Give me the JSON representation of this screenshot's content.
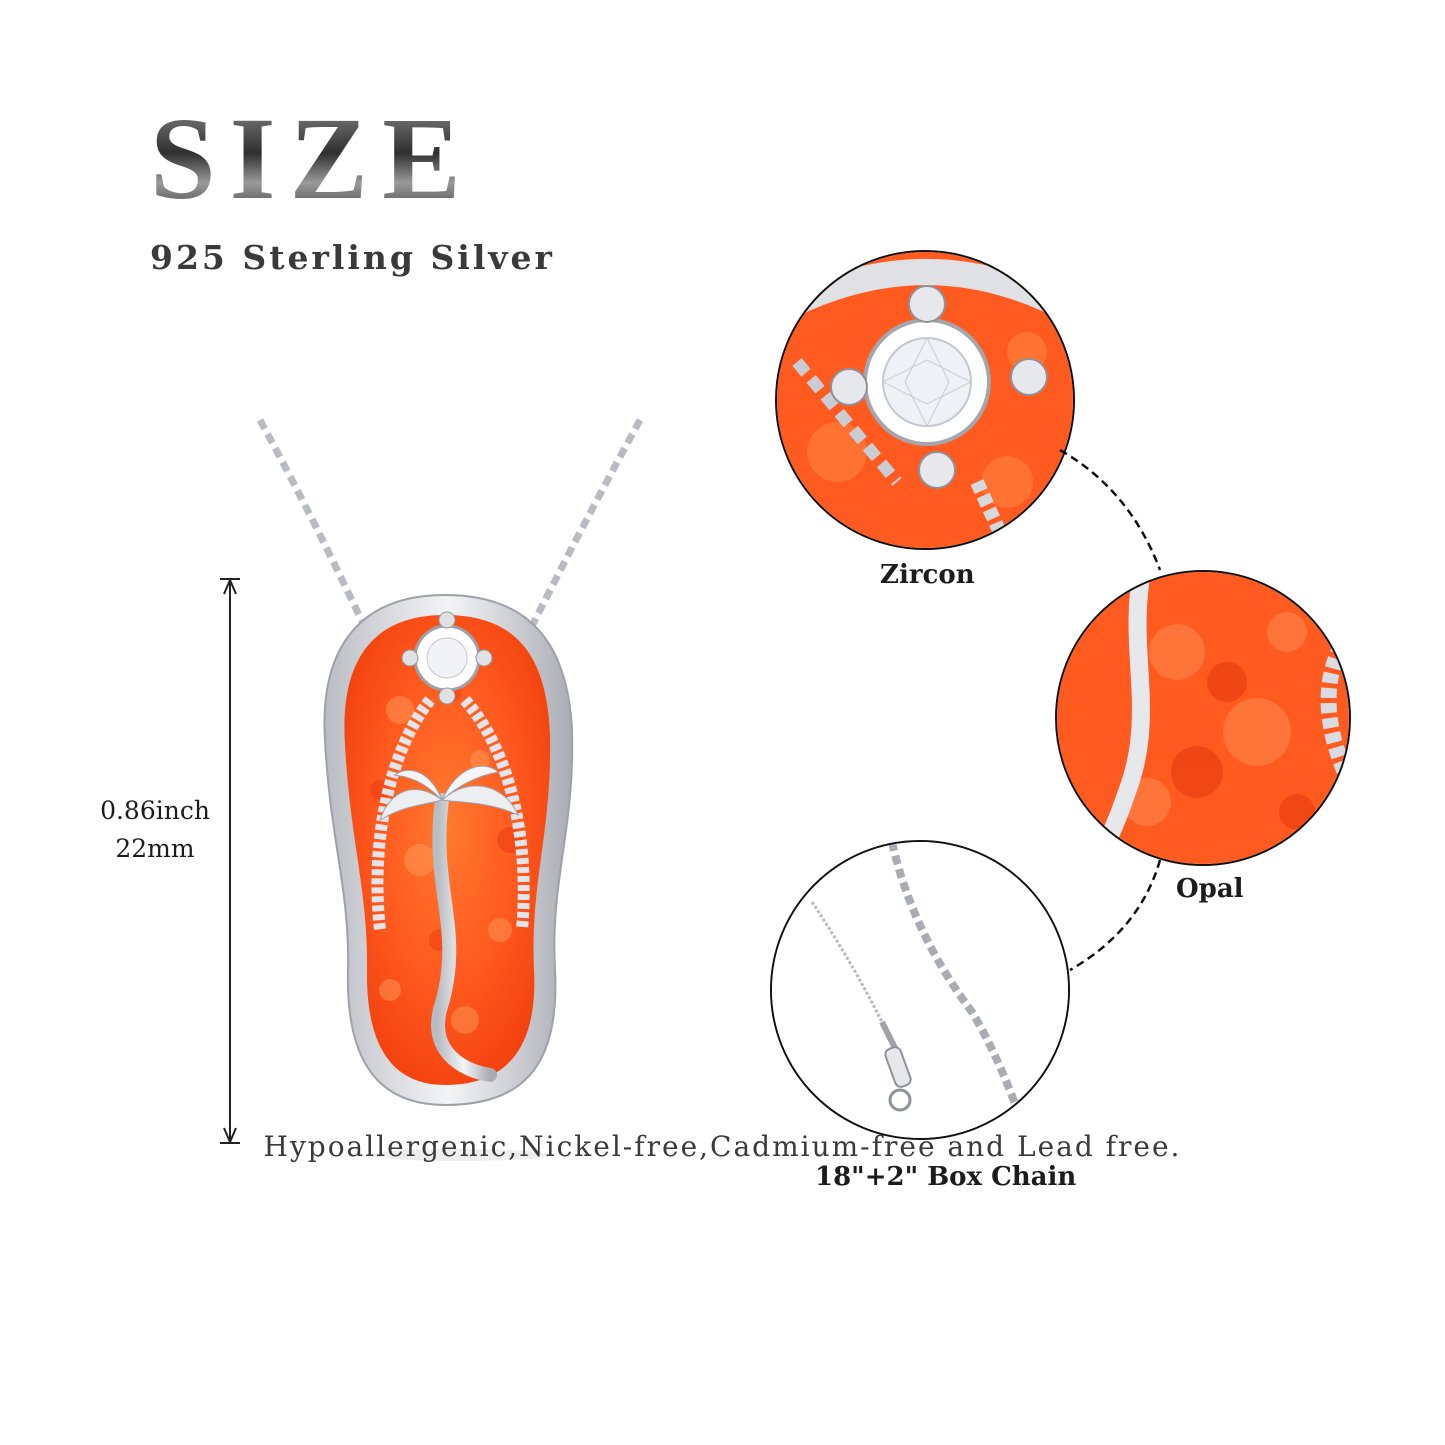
{
  "heading": {
    "title": "SIZE",
    "subtitle": "925 Sterling Silver"
  },
  "dimension": {
    "inch": "0.86inch",
    "mm": "22mm"
  },
  "details": {
    "zircon_label": "Zircon",
    "opal_label": "Opal",
    "chain_label": "18\"+2\" Box Chain"
  },
  "footer": {
    "text": "Hypoallergenic,Nickel-free,Cadmium-free and Lead free."
  },
  "colors": {
    "opal": "#ff5a1f",
    "silver": "#d9dbe0",
    "text": "#222222"
  }
}
